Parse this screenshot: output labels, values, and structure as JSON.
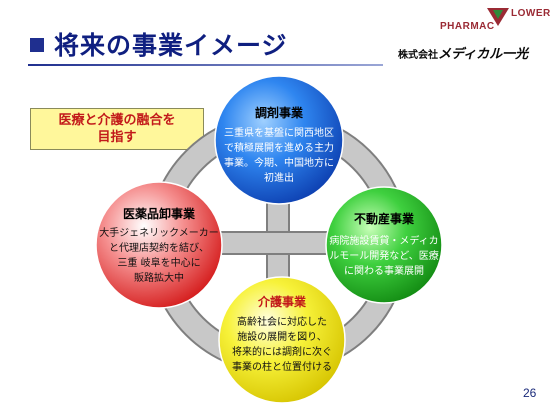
{
  "header": {
    "title": "将来の事業イメージ",
    "logo_en_left": "PHARMAC",
    "logo_en_right": "LOWER",
    "logo_jp_prefix": "株式会社",
    "logo_jp_name": "メディカル一光"
  },
  "goal_label": "医療と介護の融合を\n目指す",
  "nodes": {
    "top": {
      "title": "調剤事業",
      "body": "三重県を基盤に関西地区\nで積極展開を進める主力\n事業。今期、中国地方に\n初進出"
    },
    "left": {
      "title": "医薬品卸事業",
      "body": "大手ジェネリックメーカー\nと代理店契約を結び、\n三重 岐阜を中心に\n販路拡大中"
    },
    "right": {
      "title": "不動産事業",
      "body": "病院施設賃貸・メディカ\nルモール開発など、医療\nに関わる事業展開"
    },
    "bottom": {
      "title": "介護事業",
      "body": "高齢社会に対応した\n施設の展開を図り、\n将来的には調剤に次ぐ\n事業の柱と位置付ける"
    }
  },
  "colors": {
    "top": "#1f6fe0",
    "left": "#e84040",
    "right": "#22b322",
    "bottom": "#f2ec10",
    "ring": "#bfbfbf"
  },
  "page_number": "26"
}
